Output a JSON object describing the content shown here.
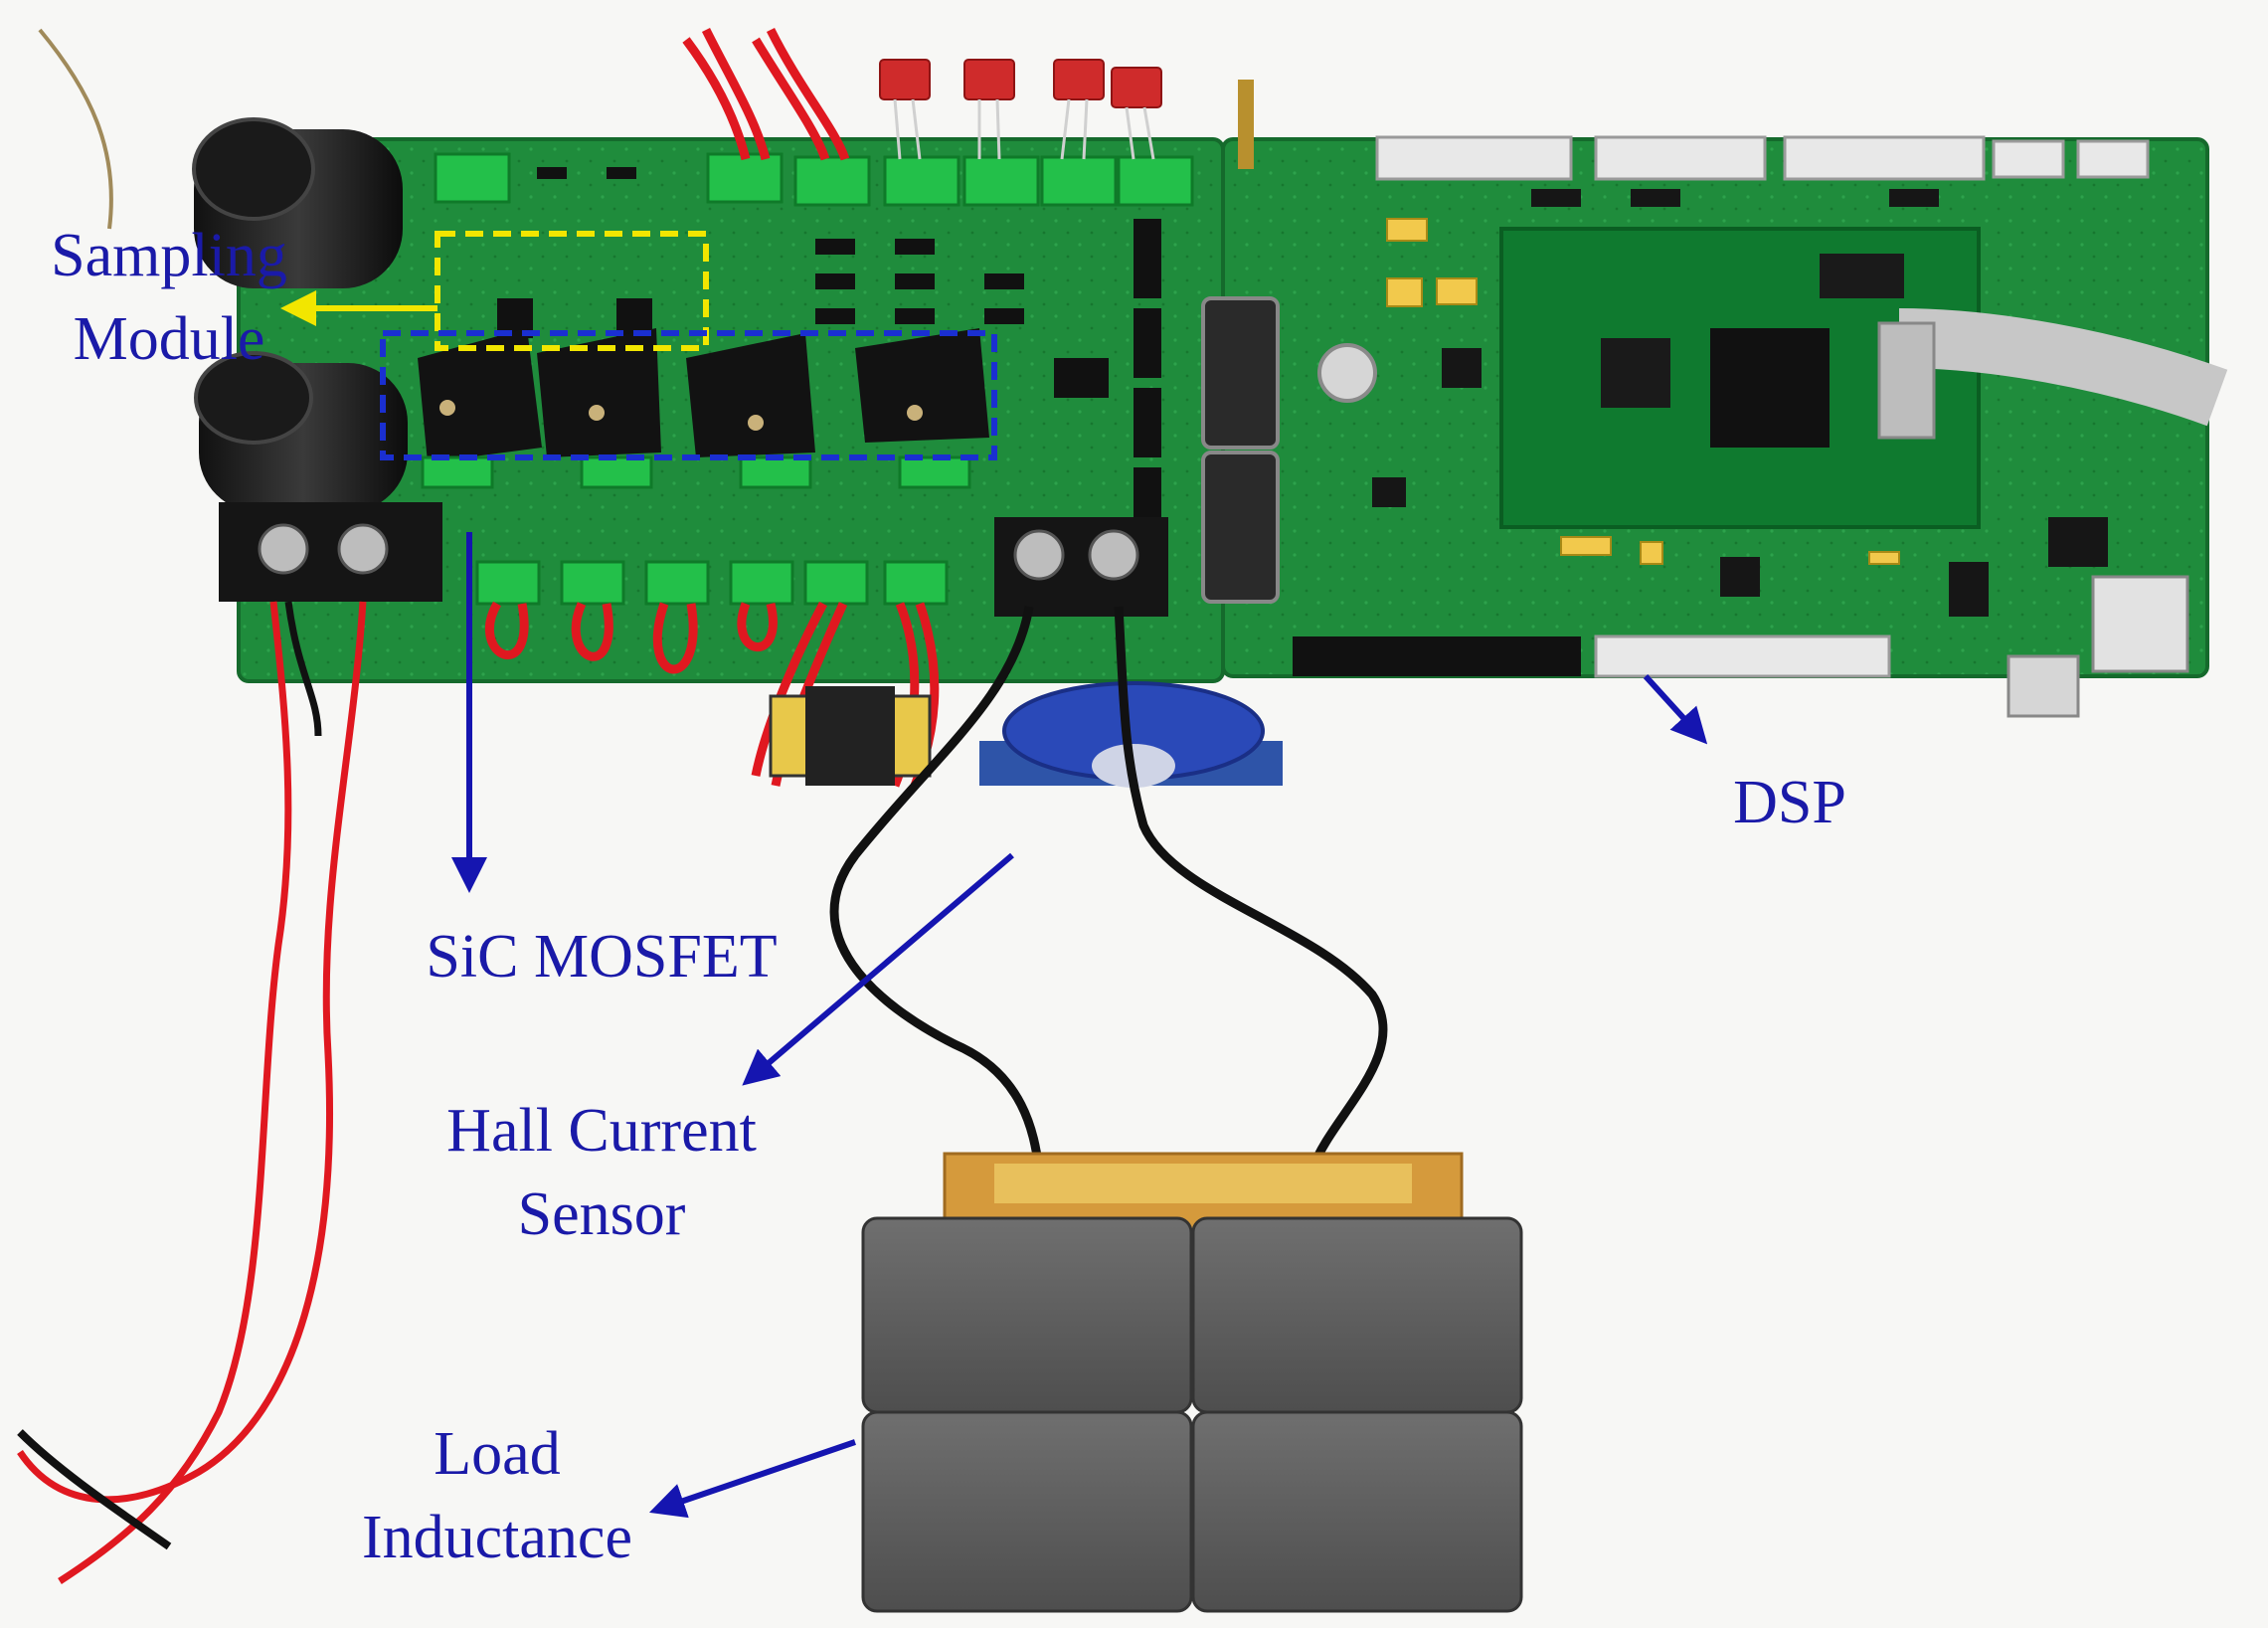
{
  "labels": {
    "sampling_module": {
      "line1": "Sampling",
      "line2": "Module"
    },
    "sic_mosfet": "SiC MOSFET",
    "hall_current_sensor": {
      "line1": "Hall Current",
      "line2": "Sensor"
    },
    "load_inductance": {
      "line1": "Load",
      "line2": "Inductance"
    },
    "dsp": "DSP"
  },
  "colors": {
    "label_text": "#1a1aa8",
    "arrow": "#1515b0",
    "sampling_arrow": "#f2e600",
    "highlight_sampling_box": "#f2e600",
    "highlight_mosfet_box": "#1a2fd1",
    "pcb_green": "#1e8a3a",
    "red_wire": "#e01820",
    "inductor_core": "#5c5c5c"
  }
}
